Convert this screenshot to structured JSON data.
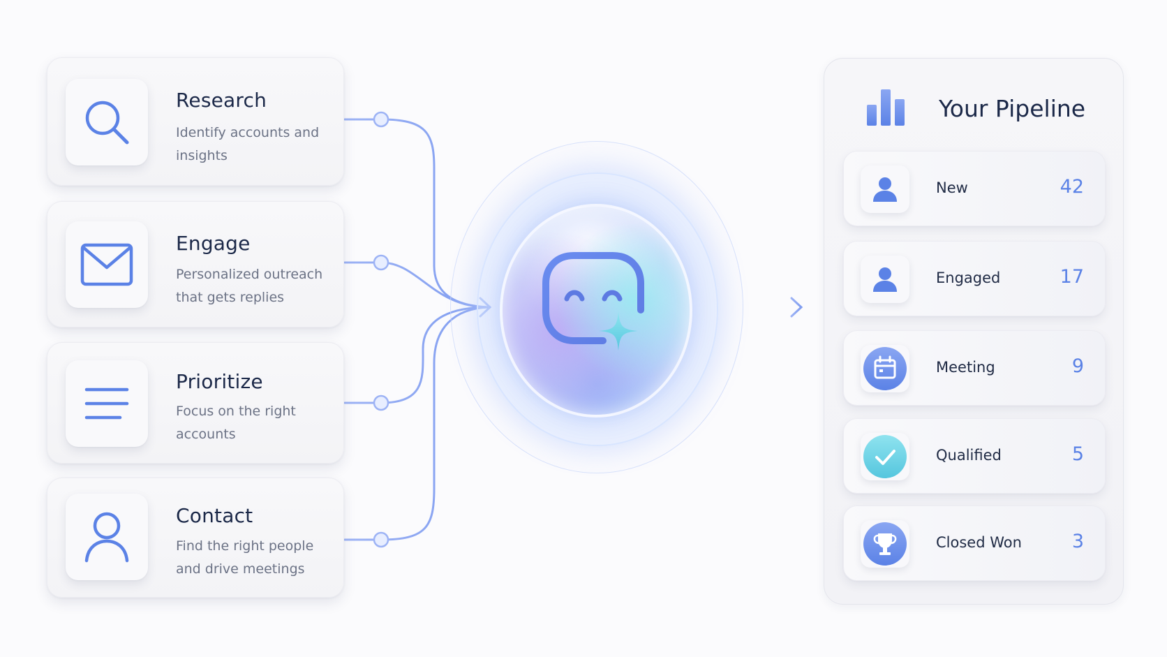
{
  "steps": [
    {
      "title": "Research",
      "desc": "Identify accounts and insights",
      "icon": "search-icon"
    },
    {
      "title": "Engage",
      "desc": "Personalized outreach that gets replies",
      "icon": "mail-icon"
    },
    {
      "title": "Prioritize",
      "desc": "Focus on the right accounts",
      "icon": "menu-lines-icon"
    },
    {
      "title": "Contact",
      "desc": "Find the right people and drive meetings",
      "icon": "user-outline-icon"
    }
  ],
  "center": {
    "icon": "ai-chat-sparkle-icon"
  },
  "pipeline": {
    "title": "Your Pipeline",
    "icon": "bar-chart-icon",
    "stages": [
      {
        "label": "New",
        "count": "42",
        "icon": "user-icon"
      },
      {
        "label": "Engaged",
        "count": "17",
        "icon": "user-icon"
      },
      {
        "label": "Meeting",
        "count": "9",
        "icon": "calendar-icon"
      },
      {
        "label": "Qualified",
        "count": "5",
        "icon": "check-icon"
      },
      {
        "label": "Closed Won",
        "count": "3",
        "icon": "trophy-icon"
      }
    ]
  },
  "colors": {
    "accent": "#5b82e6",
    "text": "#1b2848",
    "muted": "#6b7285",
    "teal": "#6fd3e6"
  }
}
